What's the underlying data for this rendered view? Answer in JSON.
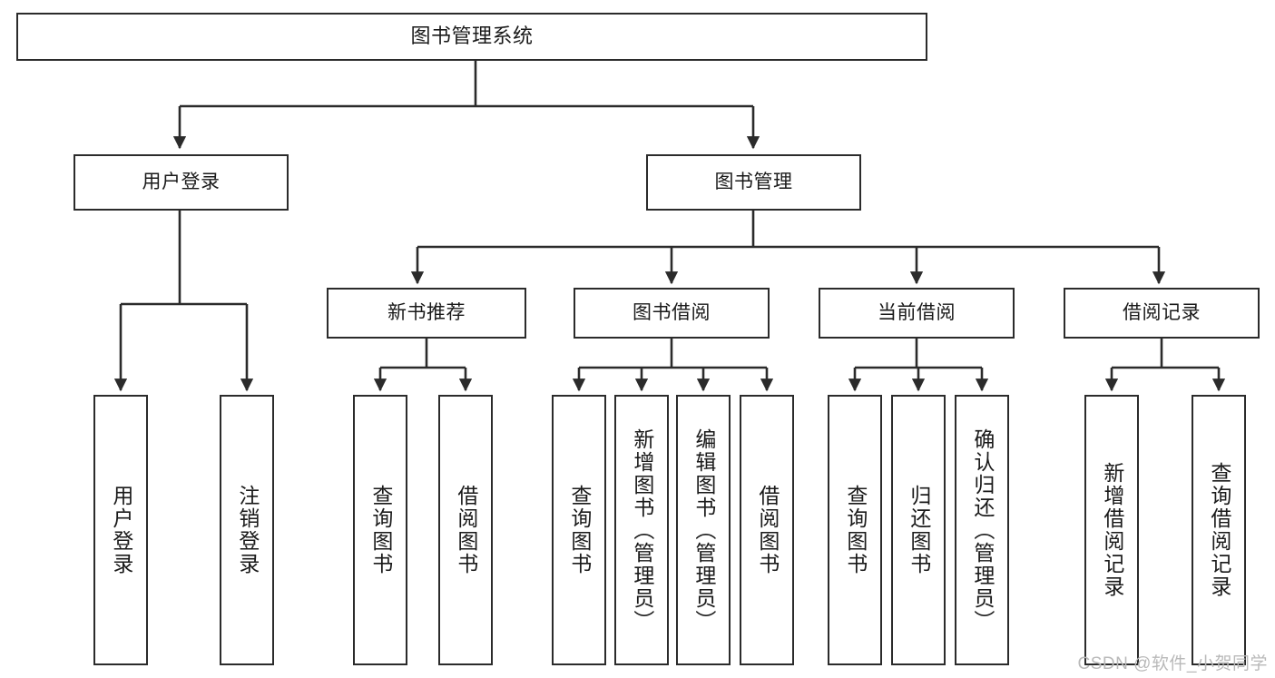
{
  "diagram": {
    "title": "图书管理系统",
    "type": "功能结构图",
    "watermark": "CSDN @软件_小贺同学",
    "colors": {
      "box_border": "#2b2b2b",
      "box_fill": "#ffffff",
      "edge": "#2b2b2b",
      "text": "#1a1a1a",
      "watermark": "#b9b9b9",
      "background": "#ffffff"
    }
  },
  "nodes": {
    "root": {
      "label": "图书管理系统",
      "level": 1
    },
    "level2": [
      {
        "id": "user-login",
        "label": "用户登录"
      },
      {
        "id": "book-management",
        "label": "图书管理"
      }
    ],
    "level3": [
      {
        "id": "new-book-recommend",
        "label": "新书推荐"
      },
      {
        "id": "book-borrow",
        "label": "图书借阅"
      },
      {
        "id": "current-borrow",
        "label": "当前借阅"
      },
      {
        "id": "borrow-record",
        "label": "借阅记录"
      }
    ],
    "leaves": [
      {
        "id": "leaf-user-login",
        "label": "用户登录",
        "parent": "user-login"
      },
      {
        "id": "leaf-logout",
        "label": "注销登录",
        "parent": "user-login"
      },
      {
        "id": "leaf-query-book-1",
        "label": "查询图书",
        "parent": "new-book-recommend"
      },
      {
        "id": "leaf-borrow-book-1",
        "label": "借阅图书",
        "parent": "new-book-recommend"
      },
      {
        "id": "leaf-query-book-2",
        "label": "查询图书",
        "parent": "book-borrow"
      },
      {
        "id": "leaf-add-book",
        "label": "新增图书（管理员）",
        "parent": "book-borrow"
      },
      {
        "id": "leaf-edit-book",
        "label": "编辑图书（管理员）",
        "parent": "book-borrow"
      },
      {
        "id": "leaf-borrow-book-2",
        "label": "借阅图书",
        "parent": "book-borrow"
      },
      {
        "id": "leaf-query-book-3",
        "label": "查询图书",
        "parent": "current-borrow"
      },
      {
        "id": "leaf-return-book",
        "label": "归还图书",
        "parent": "current-borrow"
      },
      {
        "id": "leaf-confirm-return",
        "label": "确认归还（管理员）",
        "parent": "current-borrow"
      },
      {
        "id": "leaf-add-borrow-record",
        "label": "新增借阅记录",
        "parent": "borrow-record"
      },
      {
        "id": "leaf-query-borrow-record",
        "label": "查询借阅记录",
        "parent": "borrow-record"
      }
    ]
  },
  "chart_data": {
    "type": "tree",
    "title": "图书管理系统",
    "orientation": "top-down",
    "tree": {
      "label": "图书管理系统",
      "children": [
        {
          "label": "用户登录",
          "children": [
            {
              "label": "用户登录"
            },
            {
              "label": "注销登录"
            }
          ]
        },
        {
          "label": "图书管理",
          "children": [
            {
              "label": "新书推荐",
              "children": [
                {
                  "label": "查询图书"
                },
                {
                  "label": "借阅图书"
                }
              ]
            },
            {
              "label": "图书借阅",
              "children": [
                {
                  "label": "查询图书"
                },
                {
                  "label": "新增图书（管理员）"
                },
                {
                  "label": "编辑图书（管理员）"
                },
                {
                  "label": "借阅图书"
                }
              ]
            },
            {
              "label": "当前借阅",
              "children": [
                {
                  "label": "查询图书"
                },
                {
                  "label": "归还图书"
                },
                {
                  "label": "确认归还（管理员）"
                }
              ]
            },
            {
              "label": "借阅记录",
              "children": [
                {
                  "label": "新增借阅记录"
                },
                {
                  "label": "查询借阅记录"
                }
              ]
            }
          ]
        }
      ]
    }
  }
}
